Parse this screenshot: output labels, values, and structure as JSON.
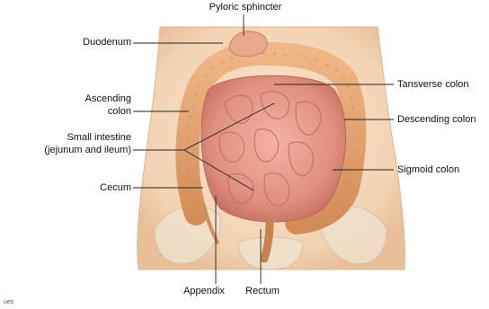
{
  "labels": {
    "pyloric_sphincter": "Pyloric sphincter",
    "duodenum": "Duodenum",
    "ascending_colon_1": "Ascending",
    "ascending_colon_2": "colon",
    "small_intestine_1": "Small intestine",
    "small_intestine_2": "(jejunum and ileum)",
    "cecum": "Cecum",
    "appendix": "Appendix",
    "rectum": "Rectum",
    "transverse_colon": "Tansverse colon",
    "descending_colon": "Descending colon",
    "sigmoid_colon": "Sigmoid colon"
  },
  "footnote": "ues",
  "colors": {
    "skin": "#f6dcc0",
    "skin_shadow": "#e9bf98",
    "colon": "#e7a673",
    "colon_dark": "#c9814e",
    "intestine": "#e89a8c",
    "intestine_dark": "#c86e62",
    "bone": "#eadcc6",
    "leader": "#222222"
  }
}
